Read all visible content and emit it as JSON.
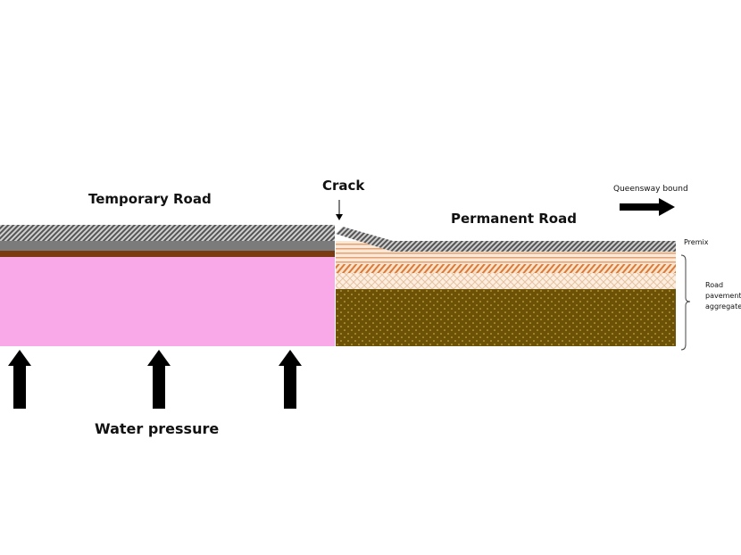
{
  "labels": {
    "temporary_road": "Temporary Road",
    "crack": "Crack",
    "permanent_road": "Permanent Road",
    "queensway_bound": "Queensway bound",
    "premix": "Premix",
    "road_pavement_aggregate": [
      "Road",
      "pavement",
      "aggregate"
    ],
    "water_pressure": "Water pressure"
  },
  "colors": {
    "asphalt": "#6e6e6e",
    "brown_layer": "#7a3a12",
    "pink_fill": "#f9a8e8",
    "aggregate_base": "#6b5207",
    "sand": "#f6d7bc"
  }
}
